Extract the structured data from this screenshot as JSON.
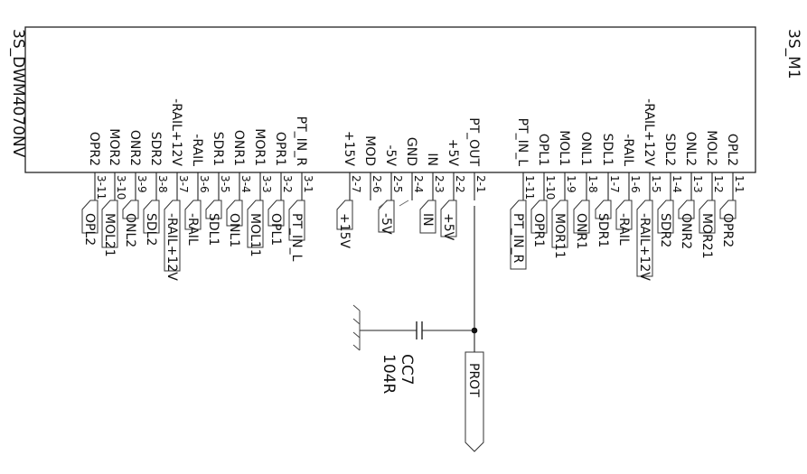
{
  "component": {
    "ref": "3S_M1",
    "value": "3S_DWM4070NV"
  },
  "pins": [
    {
      "num": "1-1",
      "name": "OPL2",
      "net": "OPR2"
    },
    {
      "num": "1-2",
      "name": "MOL2",
      "net": "MOR21"
    },
    {
      "num": "1-3",
      "name": "ONL2",
      "net": "ONR2"
    },
    {
      "num": "1-4",
      "name": "SDL2",
      "net": "SDR2"
    },
    {
      "num": "1-5",
      "name": "-RAIL+12V",
      "net": "-RAIL+12V"
    },
    {
      "num": "1-6",
      "name": "-RAIL",
      "net": "-RAIL"
    },
    {
      "num": "1-7",
      "name": "SDL1",
      "net": "SDR1"
    },
    {
      "num": "1-8",
      "name": "ONL1",
      "net": "ONR1"
    },
    {
      "num": "1-9",
      "name": "MOL1",
      "net": "MOR11"
    },
    {
      "num": "1-10",
      "name": "OPL1",
      "net": "OPR1"
    },
    {
      "num": "1-11",
      "name": "PT_IN_L",
      "net": "PT_IN_R"
    },
    {
      "num": "2-1",
      "name": "PT_OUT",
      "net": "PROT"
    },
    {
      "num": "2-2",
      "name": "+5V",
      "net": "+5V"
    },
    {
      "num": "2-3",
      "name": "IN",
      "net": "IN"
    },
    {
      "num": "2-4",
      "name": "GND",
      "net": ""
    },
    {
      "num": "2-5",
      "name": "-5V",
      "net": "-5V"
    },
    {
      "num": "2-6",
      "name": "MOD",
      "net": ""
    },
    {
      "num": "2-7",
      "name": "+15V",
      "net": "+15V"
    },
    {
      "num": "3-1",
      "name": "PT_IN_R",
      "net": "PT_IN_L"
    },
    {
      "num": "3-2",
      "name": "OPR1",
      "net": "OPL1"
    },
    {
      "num": "3-3",
      "name": "MOR1",
      "net": "MOL11"
    },
    {
      "num": "3-4",
      "name": "ONR1",
      "net": "ONL1"
    },
    {
      "num": "3-5",
      "name": "SDR1",
      "net": "SDL1"
    },
    {
      "num": "3-6",
      "name": "-RAIL",
      "net": "-RAIL"
    },
    {
      "num": "3-7",
      "name": "-RAIL+12V",
      "net": "-RAIL+12V"
    },
    {
      "num": "3-8",
      "name": "SDR2",
      "net": "SDL2"
    },
    {
      "num": "3-9",
      "name": "ONR2",
      "net": "ONL2"
    },
    {
      "num": "3-10",
      "name": "MOR2",
      "net": "MOL21"
    },
    {
      "num": "3-11",
      "name": "OPR2",
      "net": "OPL2"
    }
  ],
  "capacitor": {
    "ref": "CC7",
    "value": "104R"
  }
}
